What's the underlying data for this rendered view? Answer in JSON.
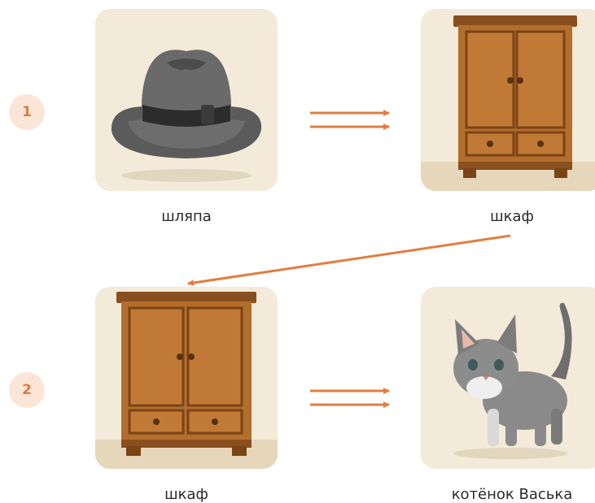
{
  "steps": [
    {
      "number": "1",
      "from": {
        "label": "шляпа",
        "icon": "hat-icon"
      },
      "to": {
        "label": "шкаф",
        "icon": "wardrobe-icon"
      }
    },
    {
      "number": "2",
      "from": {
        "label": "шкаф",
        "icon": "wardrobe-icon"
      },
      "to": {
        "label": "котёнок Васька",
        "icon": "kitten-icon"
      }
    }
  ],
  "colors": {
    "arrow": "#e27d3f",
    "badge_bg": "#fbe5d6",
    "badge_text": "#e07a3f",
    "card_bg": "#f3ead9"
  }
}
